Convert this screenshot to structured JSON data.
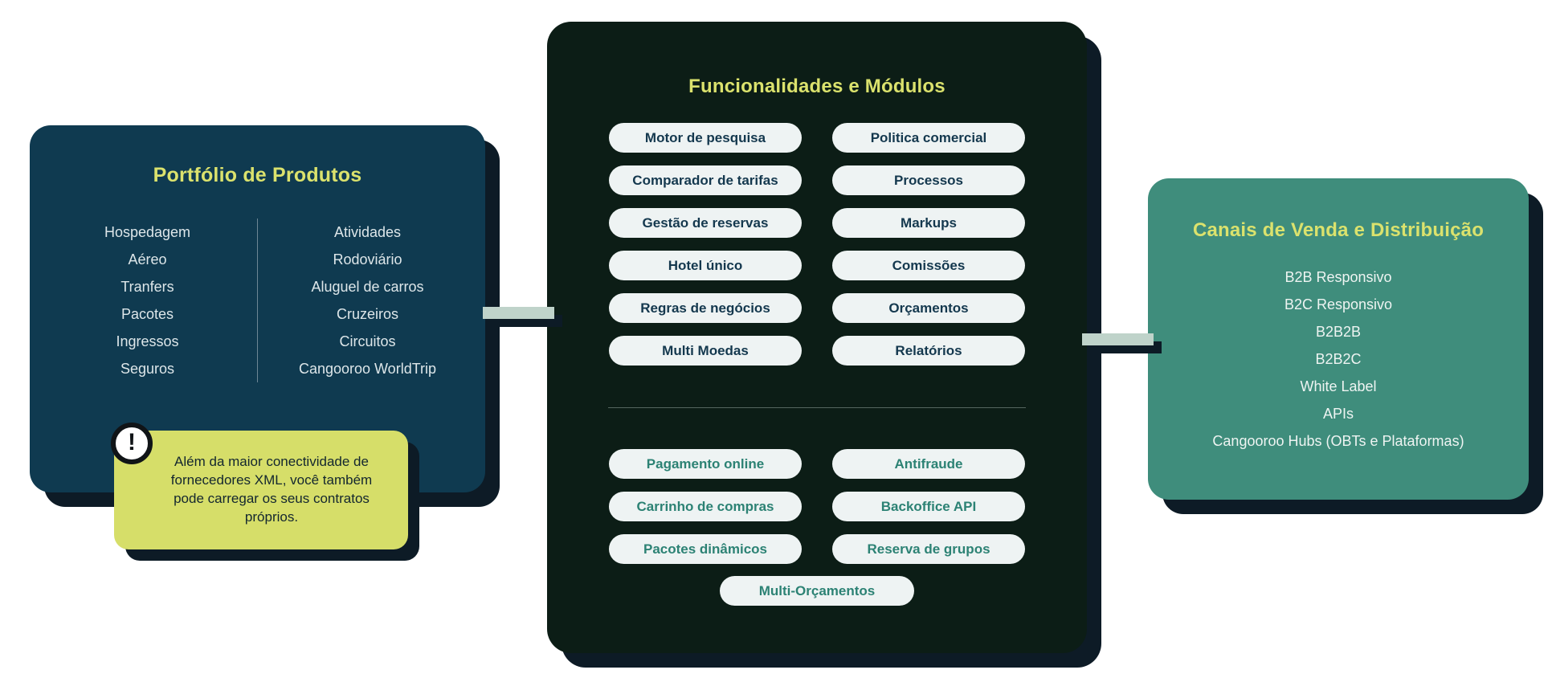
{
  "left_panel": {
    "title": "Portfólio de Produtos",
    "column1": [
      "Hospedagem",
      "Aéreo",
      "Tranfers",
      "Pacotes",
      "Ingressos",
      "Seguros"
    ],
    "column2": [
      "Atividades",
      "Rodoviário",
      "Aluguel de carros",
      "Cruzeiros",
      "Circuitos",
      "Cangooroo WorldTrip"
    ],
    "callout": {
      "icon_glyph": "!",
      "text": "Além da maior conectividade de fornecedores XML, você também pode carregar os seus contratos próprios."
    }
  },
  "center_panel": {
    "title": "Funcionalidades e Módulos",
    "modules_top": {
      "left": [
        "Motor de pesquisa",
        "Comparador de tarifas",
        "Gestão de reservas",
        "Hotel único",
        "Regras de negócios",
        "Multi Moedas"
      ],
      "right": [
        "Politica comercial",
        "Processos",
        "Markups",
        "Comissões",
        "Orçamentos",
        "Relatórios"
      ]
    },
    "modules_bottom": {
      "left": [
        "Pagamento online",
        "Carrinho de compras",
        "Pacotes dinâmicos"
      ],
      "right": [
        "Antifraude",
        "Backoffice API",
        "Reserva de grupos"
      ]
    },
    "bottom_pill": "Multi-Orçamentos"
  },
  "right_panel": {
    "title": "Canais de Venda e Distribuição",
    "items": [
      "B2B Responsivo",
      "B2C Responsivo",
      "B2B2B",
      "B2B2C",
      "White Label",
      "APIs",
      "Cangooroo Hubs (OBTs e Plataformas)"
    ]
  },
  "colors": {
    "left_panel_bg": "#0f3a50",
    "center_panel_bg": "#0c1d16",
    "right_panel_bg": "#3f8d7c",
    "accent_yellow": "#dbe26d",
    "callout_bg": "#d6de69",
    "pill_bg": "#eef3f3",
    "pill_text_primary": "#14384e",
    "pill_text_secondary": "#2c8274",
    "shadow": "#0d1b26",
    "connector": "#bfd3ca"
  }
}
